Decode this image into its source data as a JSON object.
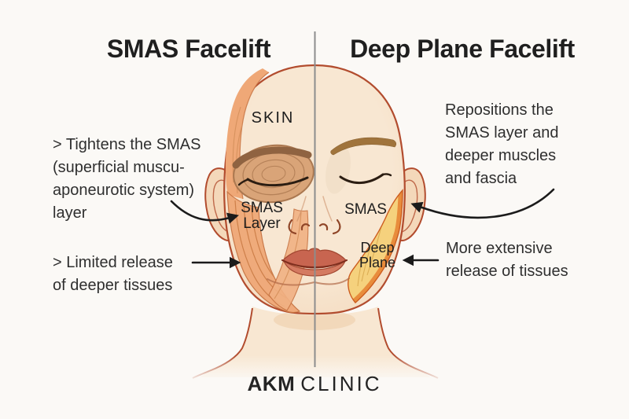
{
  "titles": {
    "left": "SMAS Facelift",
    "right": "Deep Plane Facelift"
  },
  "annotations": {
    "left": [
      {
        "lines": [
          "> Tightens the SMAS",
          "(superficial muscu-",
          "aponeurotic system)",
          "layer"
        ]
      },
      {
        "lines": [
          "> Limited release",
          "of deeper tissues"
        ]
      }
    ],
    "right": [
      {
        "lines": [
          "Repositions the",
          "SMAS layer and",
          "deeper muscles",
          "and fascia"
        ]
      },
      {
        "lines": [
          "More extensive",
          "release of tissues"
        ]
      }
    ]
  },
  "face_labels": {
    "skin": "SKIN",
    "smas_layer_line1": "SMAS",
    "smas_layer_line2": "Layer",
    "smas": "SMAS",
    "deep_plane_line1": "Deep",
    "deep_plane_line2": "Plane"
  },
  "footer": {
    "brand_primary": "AKM",
    "brand_secondary": "CLINIC"
  },
  "colors": {
    "background": "#fbf9f6",
    "heading_text": "#1f1f1f",
    "body_text": "#2f2f2f",
    "label_text": "#1d1d1d",
    "divider": "#8d8d8d",
    "arrow": "#1b1b1b",
    "skin": "#f8e7d2",
    "skin_edge": "#f2d6b8",
    "ear_skin": "#f4d8ba",
    "face_outline": "#b24c2e",
    "smas_orange": "#efa877",
    "smas_strip": "#f1b183",
    "smas_band_line": "#c77342",
    "eye_muscle": "#d9a478",
    "muscle_ring_line": "#ab7850",
    "brow_ridge": "#8f6341",
    "eyebrow_brown": "#a0743c",
    "deep_plane_yellow": "#f5d17d",
    "deep_plane_orange": "#e88c3c",
    "deep_plane_edge": "#cc5c1e",
    "lip_upper": "#c86550",
    "lip_lower": "#d47a61",
    "lip_outline": "#a34832",
    "eye_line": "#2b1d12",
    "chin_shadow": "#eccaa2"
  }
}
